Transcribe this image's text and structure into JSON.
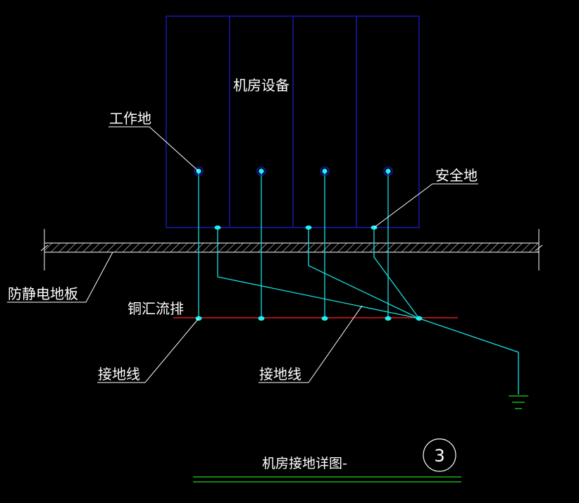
{
  "labels": {
    "equipment": "机房设备",
    "work_ground": "工作地",
    "safety_ground": "安全地",
    "antistatic_floor": "防静电地板",
    "copper_busbar": "铜汇流排",
    "ground_wire_left": "接地线",
    "ground_wire_right": "接地线",
    "title": "机房接地详图-",
    "detail_number": "3"
  },
  "colors": {
    "background": "#000000",
    "cabinet_line": "#1c1ccc",
    "wire": "#17e0e0",
    "node": "#20f0f0",
    "busbar": "#e01818",
    "leader": "#ffffff",
    "floor": "#ffffff",
    "ground_symbol": "#20d020",
    "title_underline": "#20d020"
  }
}
